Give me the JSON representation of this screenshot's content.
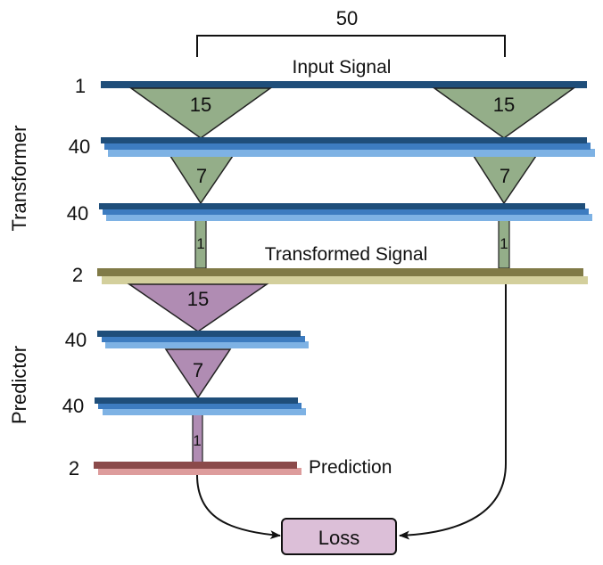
{
  "bracket": {
    "value": "50"
  },
  "input_signal": {
    "label": "Input Signal",
    "channels": "1"
  },
  "transformed_signal": {
    "label": "Transformed Signal",
    "channels": "2"
  },
  "prediction": {
    "label": "Prediction",
    "channels": "2"
  },
  "sections": {
    "transformer": "Transformer",
    "predictor": "Predictor"
  },
  "transformer_layers": [
    {
      "channels": "40"
    },
    {
      "channels": "40"
    }
  ],
  "predictor_layers": [
    {
      "channels": "40"
    },
    {
      "channels": "40"
    }
  ],
  "kernels": {
    "transformer_left": [
      "15",
      "7",
      "1"
    ],
    "transformer_right": [
      "15",
      "7",
      "1"
    ],
    "predictor": [
      "15",
      "7",
      "1"
    ]
  },
  "loss": {
    "label": "Loss"
  },
  "colors": {
    "dark_blue": "#1f4e7a",
    "mid_blue": "#3d7cc0",
    "light_blue": "#7eb2e4",
    "olive": "#807a47",
    "olive_light": "#d3cf9c",
    "maroon": "#8b4a4a",
    "pink": "#dd9c9c",
    "green_kernel": "#94ae89",
    "purple_kernel": "#b08cb3",
    "loss_fill": "#dcbfd8"
  }
}
